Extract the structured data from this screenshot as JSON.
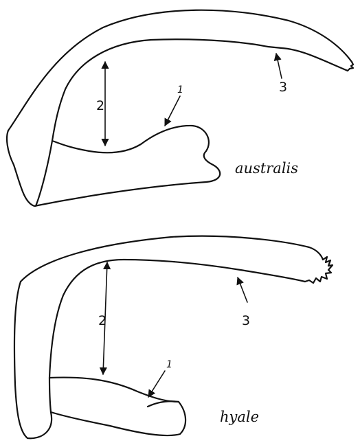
{
  "figures": [
    {
      "species": "australis",
      "labels": {
        "one": "1",
        "two": "2",
        "three": "3"
      }
    },
    {
      "species": "hyale",
      "labels": {
        "one": "1",
        "two": "2",
        "three": "3"
      }
    }
  ],
  "colors": {
    "ink": "#111111",
    "paper": "#ffffff"
  }
}
